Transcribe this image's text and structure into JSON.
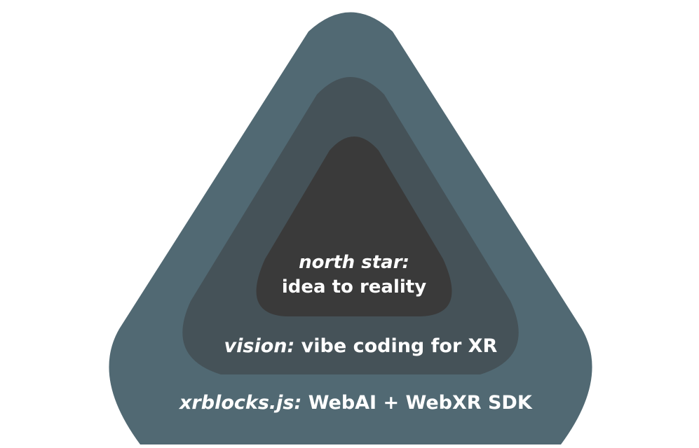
{
  "colors": {
    "background": "#ffffff",
    "outer_layer": "#516973",
    "middle_layer": "#455258",
    "inner_layer": "#3a3a3a",
    "text": "#ffffff"
  },
  "layers": {
    "outer": {
      "emphasis": "xrblocks.js:",
      "text": " WebAI + WebXR SDK"
    },
    "middle": {
      "emphasis": "vision:",
      "text": " vibe coding for XR"
    },
    "inner": {
      "line1": "north star:",
      "line2": "idea to reality"
    }
  }
}
